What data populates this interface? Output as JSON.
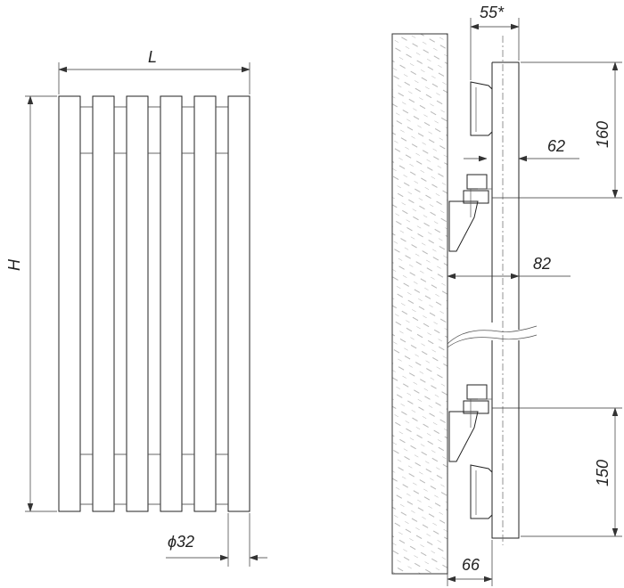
{
  "front_view": {
    "width_label": "L",
    "height_label": "H",
    "tube_diameter_label": "ϕ32"
  },
  "side_view": {
    "bracket_offset_top_label": "55*",
    "top_spacing_label": "160",
    "bracket_depth_label": "62",
    "wall_clearance_label": "82",
    "bottom_spacing_label": "150",
    "bottom_depth_label": "66"
  }
}
